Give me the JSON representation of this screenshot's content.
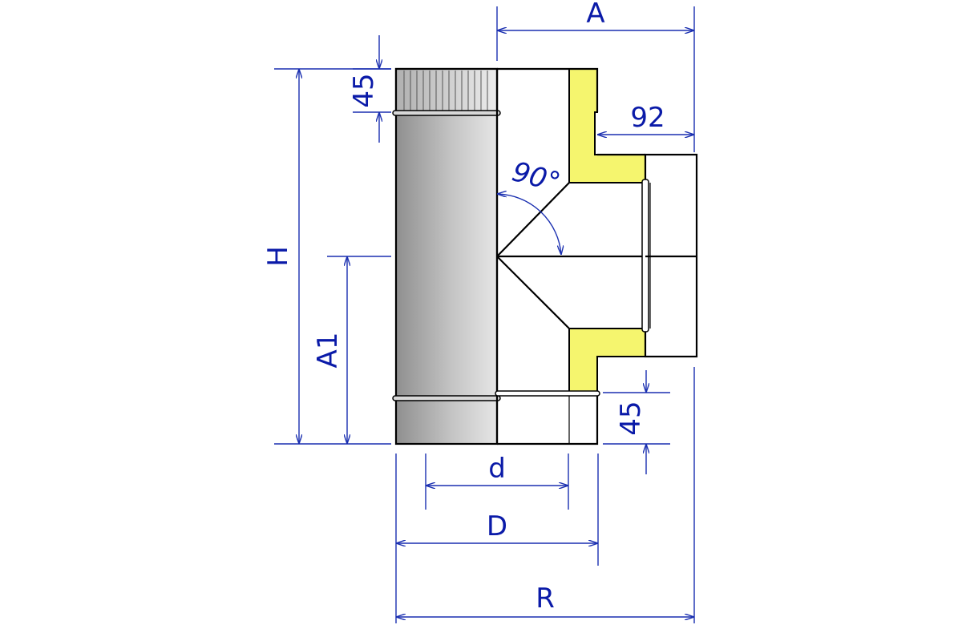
{
  "diagram": {
    "labels": {
      "A": "A",
      "dim_92": "92",
      "dim_45_top": "45",
      "angle": "90°",
      "H": "H",
      "A1": "A1",
      "dim_45_bottom": "45",
      "d": "d",
      "D": "D",
      "R": "R"
    },
    "colors": {
      "dimension": "#1a2fb0",
      "insulation": "#f5f56e",
      "pipe_gradient_dark": "#9a9a9a",
      "pipe_gradient_light": "#e2e2e2",
      "outline": "#000000"
    }
  }
}
